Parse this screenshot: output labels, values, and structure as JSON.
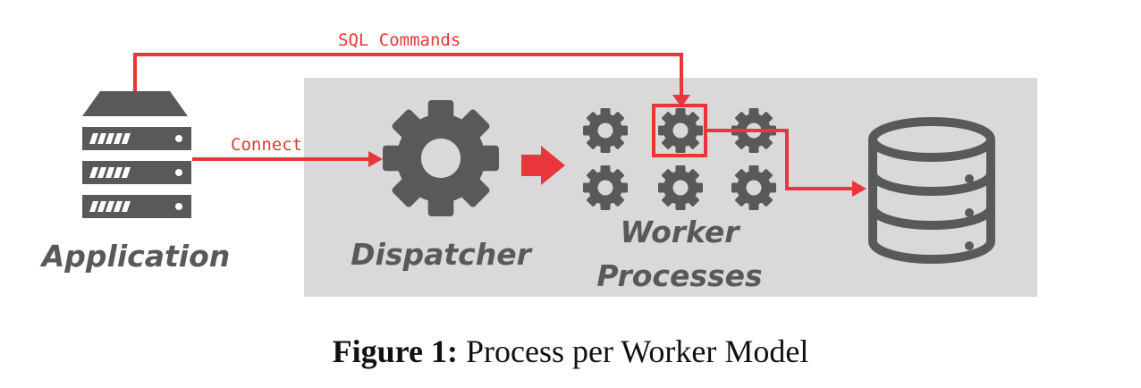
{
  "diagram": {
    "labels": {
      "application": "Application",
      "dispatcher": "Dispatcher",
      "worker_line1": "Worker",
      "worker_line2": "Processes",
      "sql_commands": "SQL Commands",
      "connect": "Connect"
    },
    "colors": {
      "accent": "#e8363b",
      "icon": "#595959",
      "panel": "#d9d9d9",
      "text": "#595959"
    },
    "icons": [
      "server-icon",
      "gear-icon",
      "database-icon",
      "arrow-right-icon"
    ]
  },
  "caption": {
    "prefix": "Figure 1:",
    "text": "Process per Worker Model"
  }
}
